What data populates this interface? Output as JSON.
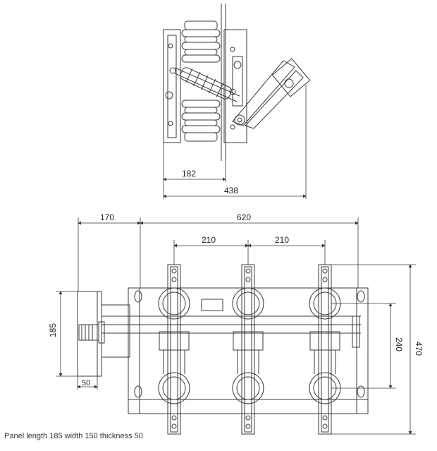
{
  "top_view": {
    "dimensions": {
      "d182": "182",
      "d438": "438"
    }
  },
  "front_view": {
    "dimensions": {
      "d170": "170",
      "d620": "620",
      "d210_left": "210",
      "d210_right": "210",
      "d185": "185",
      "d50": "50",
      "d240": "240",
      "d470": "470"
    }
  },
  "caption": "Panel length 185 width 150 thickness 50",
  "colors": {
    "line": "#3a3a3a",
    "background": "#ffffff"
  }
}
